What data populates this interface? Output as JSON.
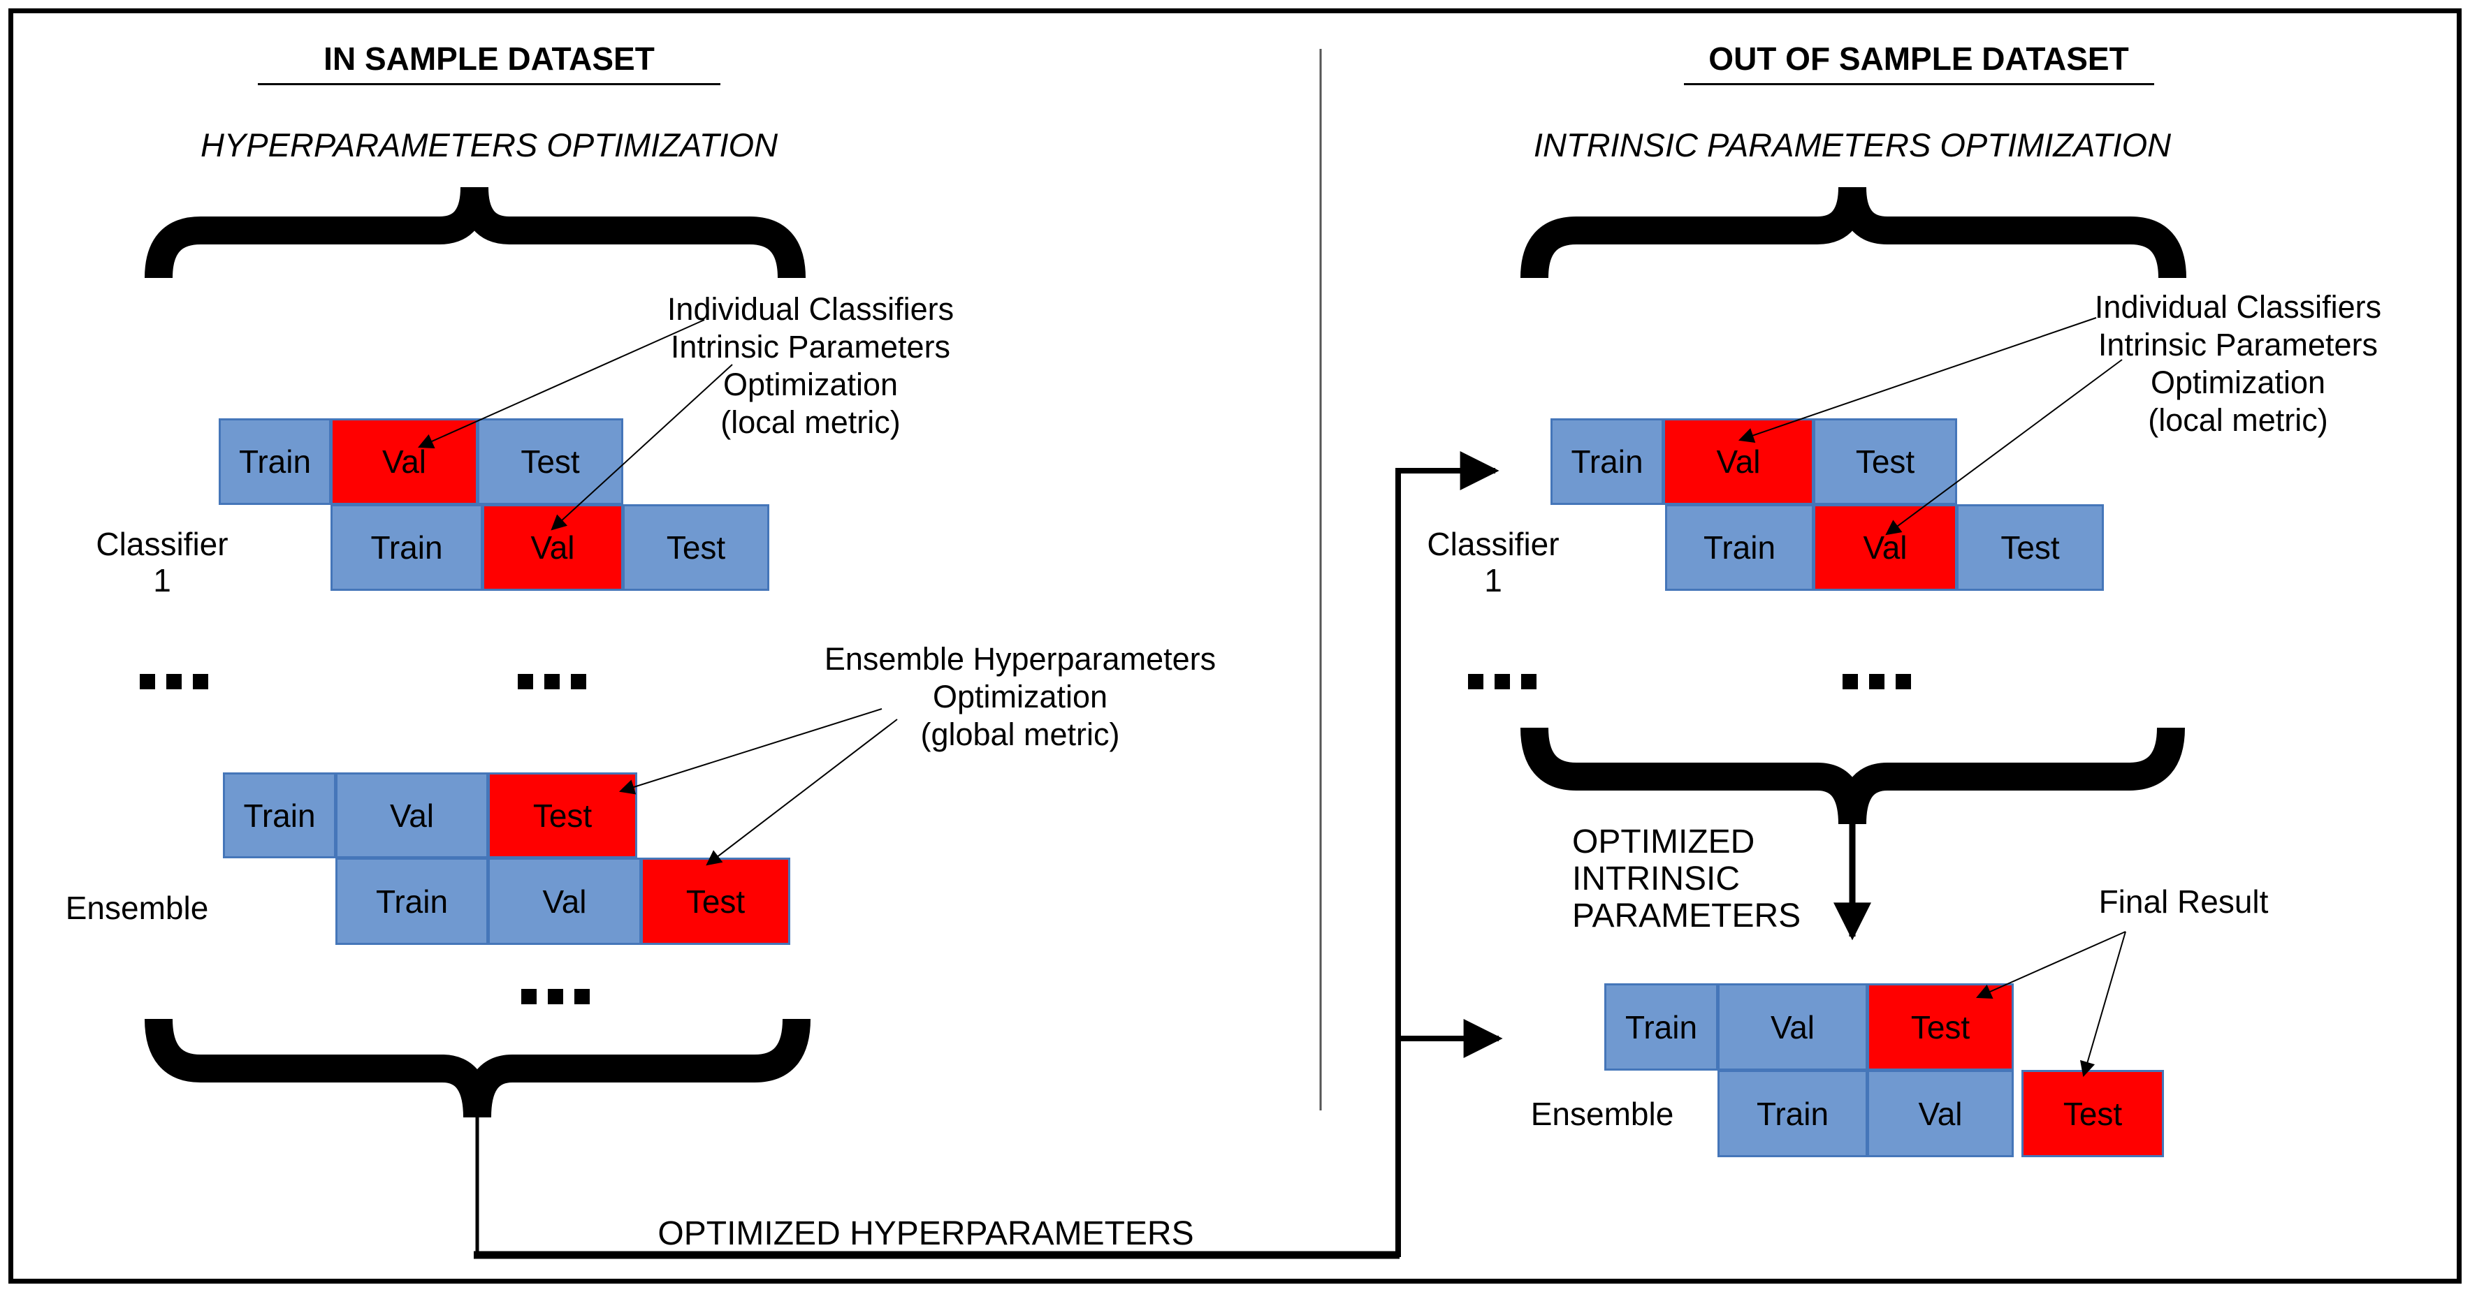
{
  "colors": {
    "block_blue": "#7099D0",
    "block_border": "#4576B9",
    "block_red": "#FF0000",
    "line_black": "#000000",
    "divider_gray": "#555555"
  },
  "ellipsis": "...",
  "in_sample": {
    "title": "IN SAMPLE DATASET",
    "subtitle": "HYPERPARAMETERS OPTIMIZATION",
    "individual_annotation": [
      "Individual Classifiers",
      "Intrinsic Parameters",
      "Optimization",
      "(local metric)"
    ],
    "ensemble_annotation": [
      "Ensemble Hyperparameters",
      "Optimization",
      "(global metric)"
    ],
    "classifier_label": [
      "Classifier",
      "1"
    ],
    "ensemble_label": "Ensemble",
    "classifier_rows": [
      [
        {
          "label": "Train",
          "color": "blue"
        },
        {
          "label": "Val",
          "color": "red"
        },
        {
          "label": "Test",
          "color": "blue"
        }
      ],
      [
        {
          "label": "Train",
          "color": "blue"
        },
        {
          "label": "Val",
          "color": "red"
        },
        {
          "label": "Test",
          "color": "blue"
        }
      ]
    ],
    "ensemble_rows": [
      [
        {
          "label": "Train",
          "color": "blue"
        },
        {
          "label": "Val",
          "color": "blue"
        },
        {
          "label": "Test",
          "color": "red"
        }
      ],
      [
        {
          "label": "Train",
          "color": "blue"
        },
        {
          "label": "Val",
          "color": "blue"
        },
        {
          "label": "Test",
          "color": "red"
        }
      ]
    ]
  },
  "out_sample": {
    "title": "OUT OF SAMPLE DATASET",
    "subtitle": "INTRINSIC PARAMETERS OPTIMIZATION",
    "individual_annotation": [
      "Individual Classifiers",
      "Intrinsic Parameters",
      "Optimization",
      "(local metric)"
    ],
    "optimized_intrinsic": [
      "OPTIMIZED",
      "INTRINSIC",
      "PARAMETERS"
    ],
    "final_result": "Final Result",
    "classifier_label": [
      "Classifier",
      "1"
    ],
    "ensemble_label": "Ensemble",
    "classifier_rows": [
      [
        {
          "label": "Train",
          "color": "blue"
        },
        {
          "label": "Val",
          "color": "red"
        },
        {
          "label": "Test",
          "color": "blue"
        }
      ],
      [
        {
          "label": "Train",
          "color": "blue"
        },
        {
          "label": "Val",
          "color": "red"
        },
        {
          "label": "Test",
          "color": "blue"
        }
      ]
    ],
    "ensemble_rows": [
      [
        {
          "label": "Train",
          "color": "blue"
        },
        {
          "label": "Val",
          "color": "blue"
        },
        {
          "label": "Test",
          "color": "red"
        }
      ],
      [
        {
          "label": "Train",
          "color": "blue"
        },
        {
          "label": "Val",
          "color": "blue"
        },
        {
          "label": "Test",
          "color": "red"
        }
      ]
    ]
  },
  "connector": {
    "label": "OPTIMIZED HYPERPARAMETERS"
  }
}
